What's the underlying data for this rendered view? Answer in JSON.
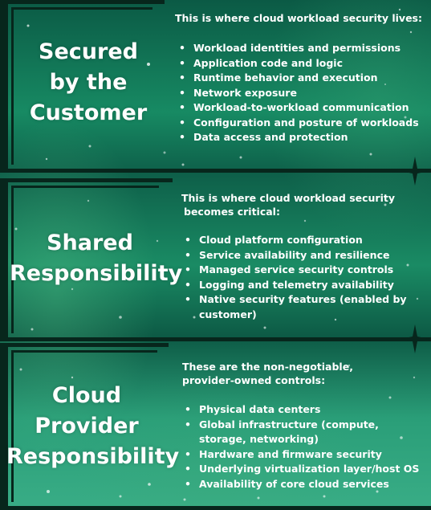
{
  "panels": [
    {
      "heading": [
        "Secured",
        "by the",
        "Customer"
      ],
      "intro": [
        "This is where cloud workload security lives:"
      ],
      "items": [
        "Workload identities and permissions",
        "Application code and logic",
        "Runtime behavior and execution",
        "Network exposure",
        "Workload-to-workload communication",
        "Configuration and posture of workloads",
        "Data access and protection"
      ]
    },
    {
      "heading": [
        "Shared",
        "Responsibility"
      ],
      "intro": [
        "This is  where cloud workload security",
        "becomes critical:"
      ],
      "items": [
        "Cloud platform configuration",
        "Service availability and resilience",
        "Managed service security controls",
        "Logging and telemetry availability",
        "Native security features (enabled by",
        "customer)"
      ]
    },
    {
      "heading": [
        "Cloud",
        "Provider",
        "Responsibility"
      ],
      "intro": [
        "These are the non-negotiable,",
        "provider-owned controls:"
      ],
      "items": [
        "Physical data centers",
        "Global infrastructure (compute,",
        "storage, networking)",
        "Hardware and firmware security",
        "Underlying virtualization layer/host OS",
        "Availability of core cloud services"
      ]
    }
  ],
  "colors": {
    "frame": "#07261c",
    "text": "#ffffff",
    "background": "#0f5a44"
  },
  "icons": [
    "sparkle-star-icon"
  ]
}
